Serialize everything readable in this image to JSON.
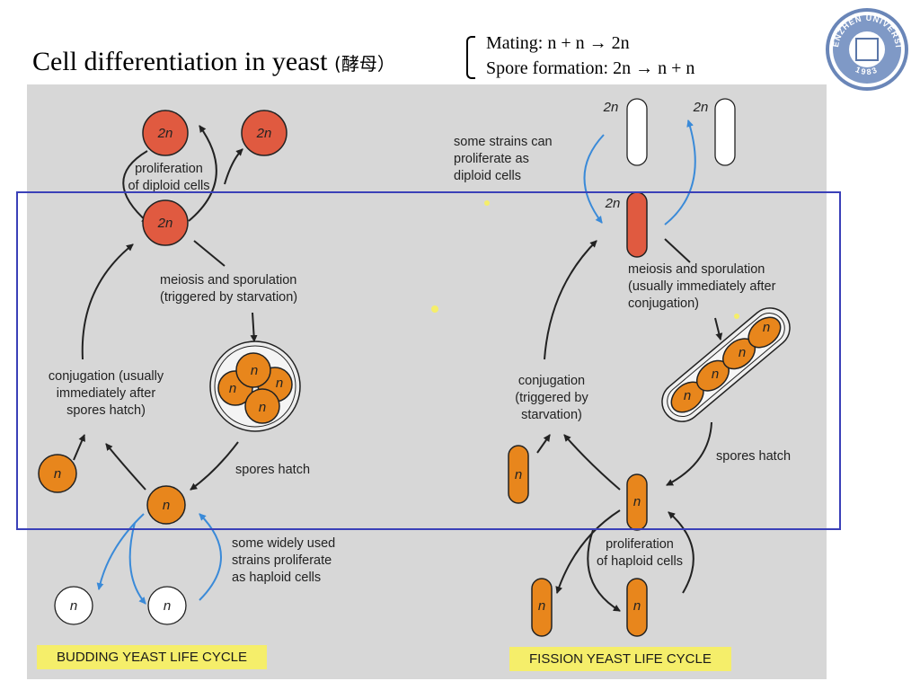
{
  "slide": {
    "title": "Cell differentiation in yeast",
    "title_cn": "(酵母）",
    "equations": [
      "Mating: n + n → 2n",
      "Spore formation: 2n → n + n"
    ]
  },
  "logo": {
    "icon": "university-seal-icon",
    "text_top": "SHENZHEN UNIVERSITY",
    "text_bottom": "1983"
  },
  "budding": {
    "caption": "BUDDING YEAST LIFE CYCLE",
    "diploid_label": "2n",
    "haploid_label": "n",
    "labels": {
      "proliferation": [
        "proliferation",
        "of diploid cells"
      ],
      "meiosis": [
        "meiosis and sporulation",
        "(triggered by starvation)"
      ],
      "conjugation": [
        "conjugation (usually",
        "immediately after",
        "spores hatch)"
      ],
      "spores_hatch": "spores hatch",
      "widely_used": [
        "some widely used",
        "strains proliferate",
        "as haploid cells"
      ]
    }
  },
  "fission": {
    "caption": "FISSION YEAST LIFE CYCLE",
    "diploid_label": "2n",
    "haploid_label": "n",
    "labels": {
      "some_strains": [
        "some strains can",
        "proliferate as",
        "diploid cells"
      ],
      "meiosis": [
        "meiosis and sporulation",
        "(usually immediately after",
        "conjugation)"
      ],
      "conjugation": [
        "conjugation",
        "(triggered by",
        "starvation)"
      ],
      "spores_hatch": "spores hatch",
      "proliferation": [
        "proliferation",
        "of haploid cells"
      ]
    }
  },
  "colors": {
    "diploid": "#e05a40",
    "haploid": "#e8861c",
    "blue_arrow": "#3a8ad8",
    "frame": "#3a40b8",
    "caption_bg": "#f5ee6a"
  }
}
